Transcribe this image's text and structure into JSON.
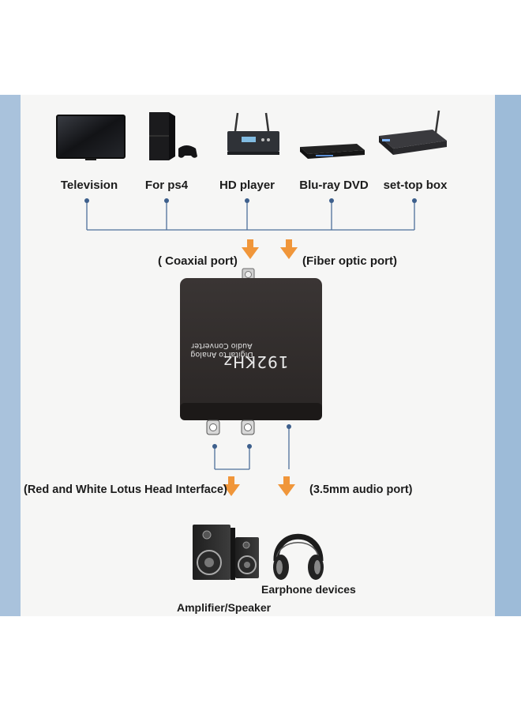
{
  "sources": [
    {
      "label": "Television",
      "icon": "television-icon"
    },
    {
      "label": "For ps4",
      "icon": "game-console-icon"
    },
    {
      "label": "HD player",
      "icon": "media-player-icon"
    },
    {
      "label": "Blu-ray DVD",
      "icon": "dvd-player-icon"
    },
    {
      "label": "set-top box",
      "icon": "set-top-box-icon"
    }
  ],
  "inputs": {
    "coaxial": "( Coaxial port)",
    "fiber": "(Fiber optic port)"
  },
  "converter": {
    "model": "192KHz",
    "line1": "Digital to Analog",
    "line2": "Audio Converter"
  },
  "outputs": {
    "rca": "(Red and White Lotus Head Interface)",
    "aux": "(3.5mm audio port)"
  },
  "devices": {
    "speaker": "Amplifier/Speaker",
    "earphone": "Earphone devices"
  },
  "colors": {
    "arrow": "#f0963a",
    "line": "#4d6f9a",
    "device": "#2e2e2e",
    "background_band": "#a9c2dc"
  }
}
